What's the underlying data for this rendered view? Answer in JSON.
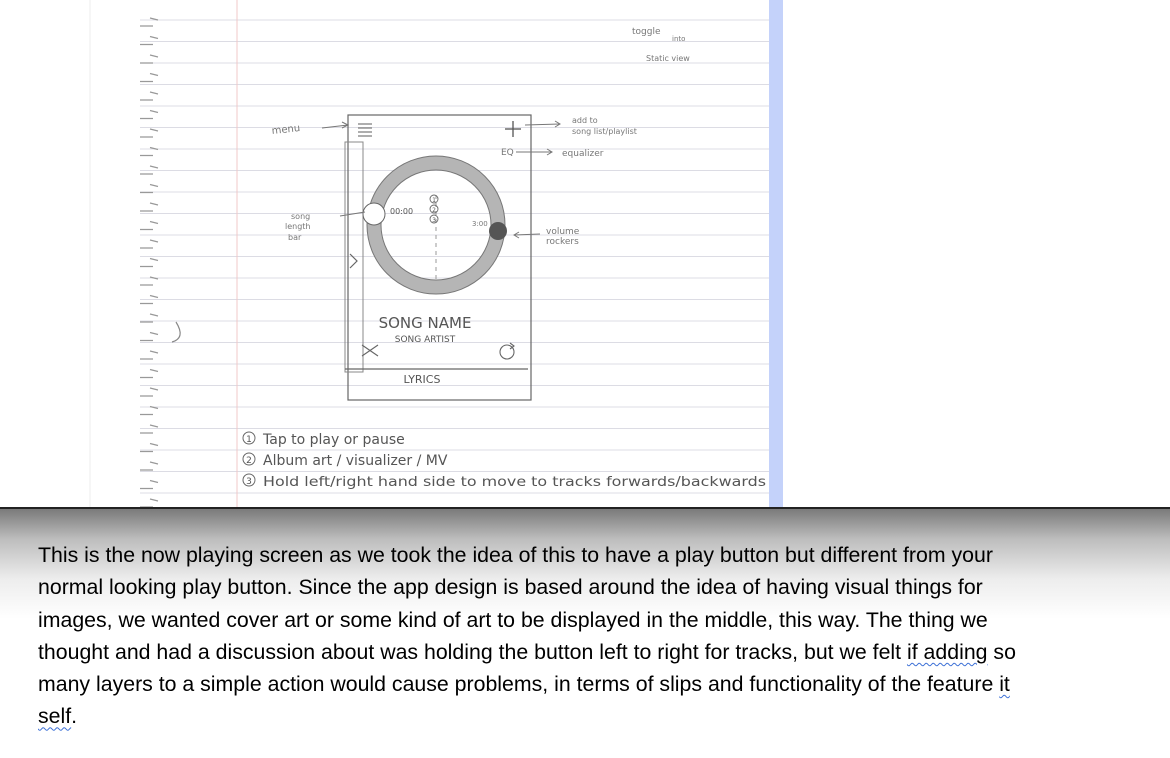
{
  "sketch": {
    "annotations": {
      "menu": "menu",
      "toggle_top": "toggle",
      "toggle_into": "into",
      "toggle_bottom": "Static view",
      "add_top": "add to",
      "add_bottom": "song list/playlist",
      "eq_label": "EQ",
      "equalizer": "equalizer",
      "song_length_1": "song",
      "song_length_2": "length",
      "song_length_3": "bar",
      "time_readout": "00:00",
      "end_time": "3:00",
      "volume_1": "volume",
      "volume_2": "rockers",
      "song_name": "SONG NAME",
      "song_artist": "SONG ARTIST",
      "lyrics": "LYRICS",
      "num_1": "1",
      "num_2": "2",
      "num_3": "3"
    },
    "notes": [
      {
        "num": "1",
        "text": "Tap to play or pause"
      },
      {
        "num": "2",
        "text": "Album art / visualizer / MV"
      },
      {
        "num": "3",
        "text": "Hold left/right hand side   to move to tracks forwards/backwards"
      }
    ]
  },
  "caption": {
    "p1": "This is the now playing screen as we took the idea of this to have a play button but different from your normal looking play button. Since the app design is based around the idea of having visual things for images, we wanted cover art or some kind of art to be displayed in the middle, this way. The thing we thought and had a discussion about was holding the button left to right for tracks, but we felt ",
    "p1_underlined": "if adding",
    "p2": " so many layers to a simple action would cause problems, in terms of slips and functionality of the feature ",
    "p2_underlined": "it self",
    "p3": "."
  }
}
